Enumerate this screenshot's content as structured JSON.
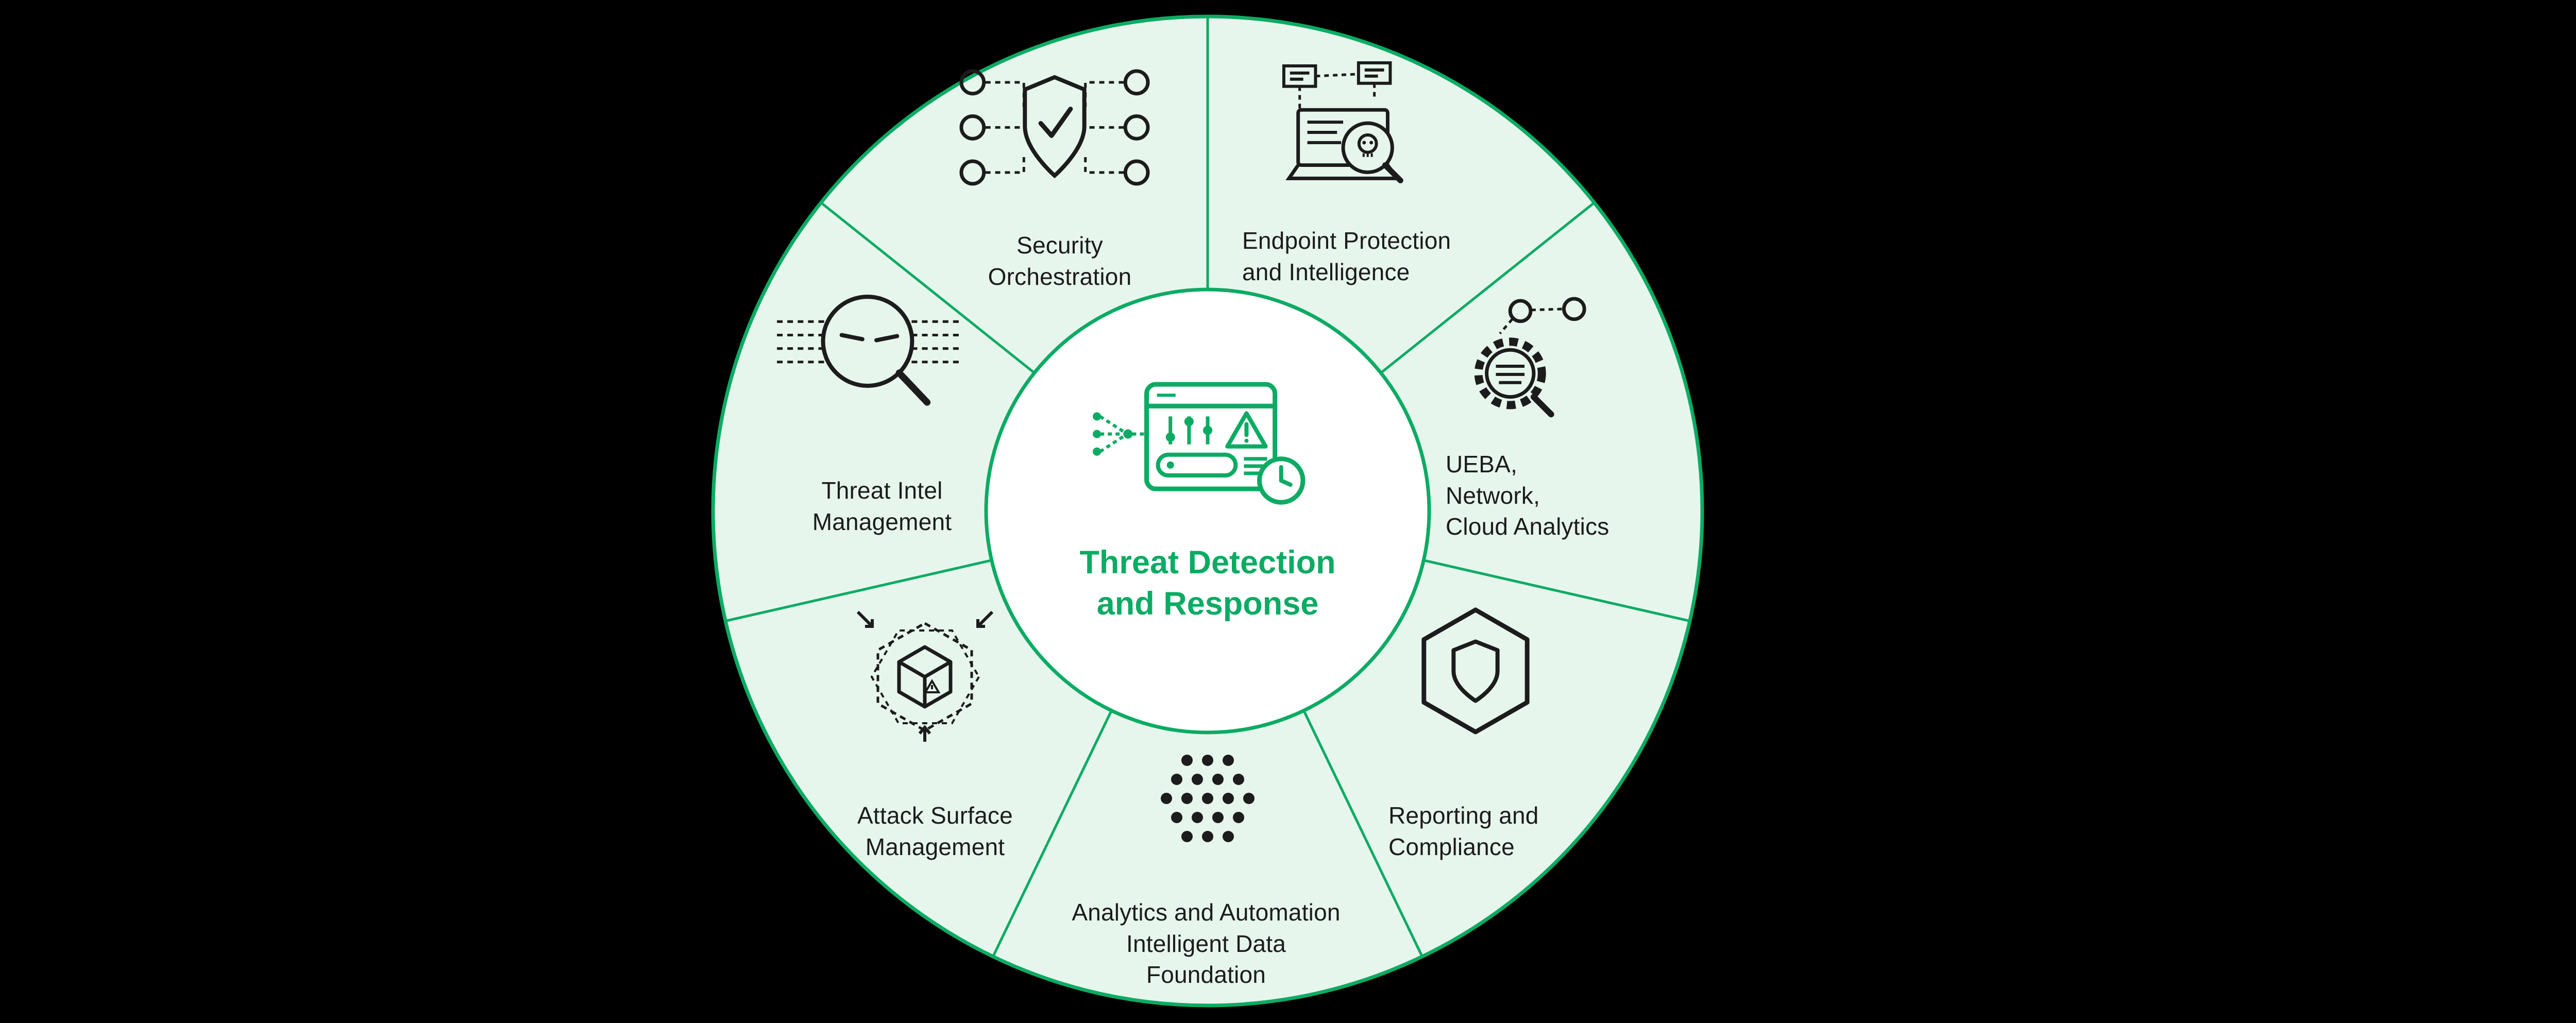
{
  "colors": {
    "background": "#000000",
    "wheel_fill": "#e7f6ed",
    "accent_green": "#0cab64",
    "icon_line": "#1c1c1c",
    "label_text": "#1c1c1c",
    "center_fill": "#ffffff"
  },
  "center": {
    "title": "Threat Detection\nand Response",
    "icon": "threat-detection-dashboard-icon"
  },
  "segments": [
    {
      "id": "security-orchestration",
      "label": "Security\nOrchestration",
      "icon": "security-orchestration-icon"
    },
    {
      "id": "endpoint-protection-intelligence",
      "label": "Endpoint Protection\nand Intelligence",
      "icon": "endpoint-protection-icon"
    },
    {
      "id": "ueba-network-cloud-analytics",
      "label": "UEBA,\nNetwork,\nCloud Analytics",
      "icon": "ueba-gear-magnifier-icon"
    },
    {
      "id": "reporting-compliance",
      "label": "Reporting and\nCompliance",
      "icon": "hexagon-shield-icon"
    },
    {
      "id": "analytics-automation-data-foundation",
      "label": "Analytics and Automation\nIntelligent Data\nFoundation",
      "icon": "data-dots-cluster-icon"
    },
    {
      "id": "attack-surface-management",
      "label": "Attack Surface\nManagement",
      "icon": "attack-surface-cube-icon"
    },
    {
      "id": "threat-intel-management",
      "label": "Threat Intel\nManagement",
      "icon": "threat-intel-magnifier-icon"
    }
  ]
}
